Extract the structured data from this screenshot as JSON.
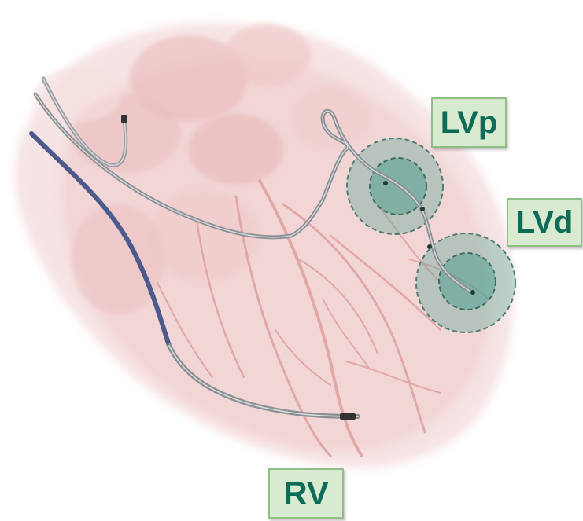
{
  "labels": {
    "lvp": "LVp",
    "lvd": "LVd",
    "rv": "RV"
  },
  "colors": {
    "heart_tissue": "#f2d4d4",
    "vessel": "#e3a9a9",
    "lead": "#8a8f94",
    "rv_coil": "#5a6a9a",
    "target_zone": "#3f9a88",
    "label_bg": "#d8ead0",
    "label_text": "#0e6b57"
  }
}
